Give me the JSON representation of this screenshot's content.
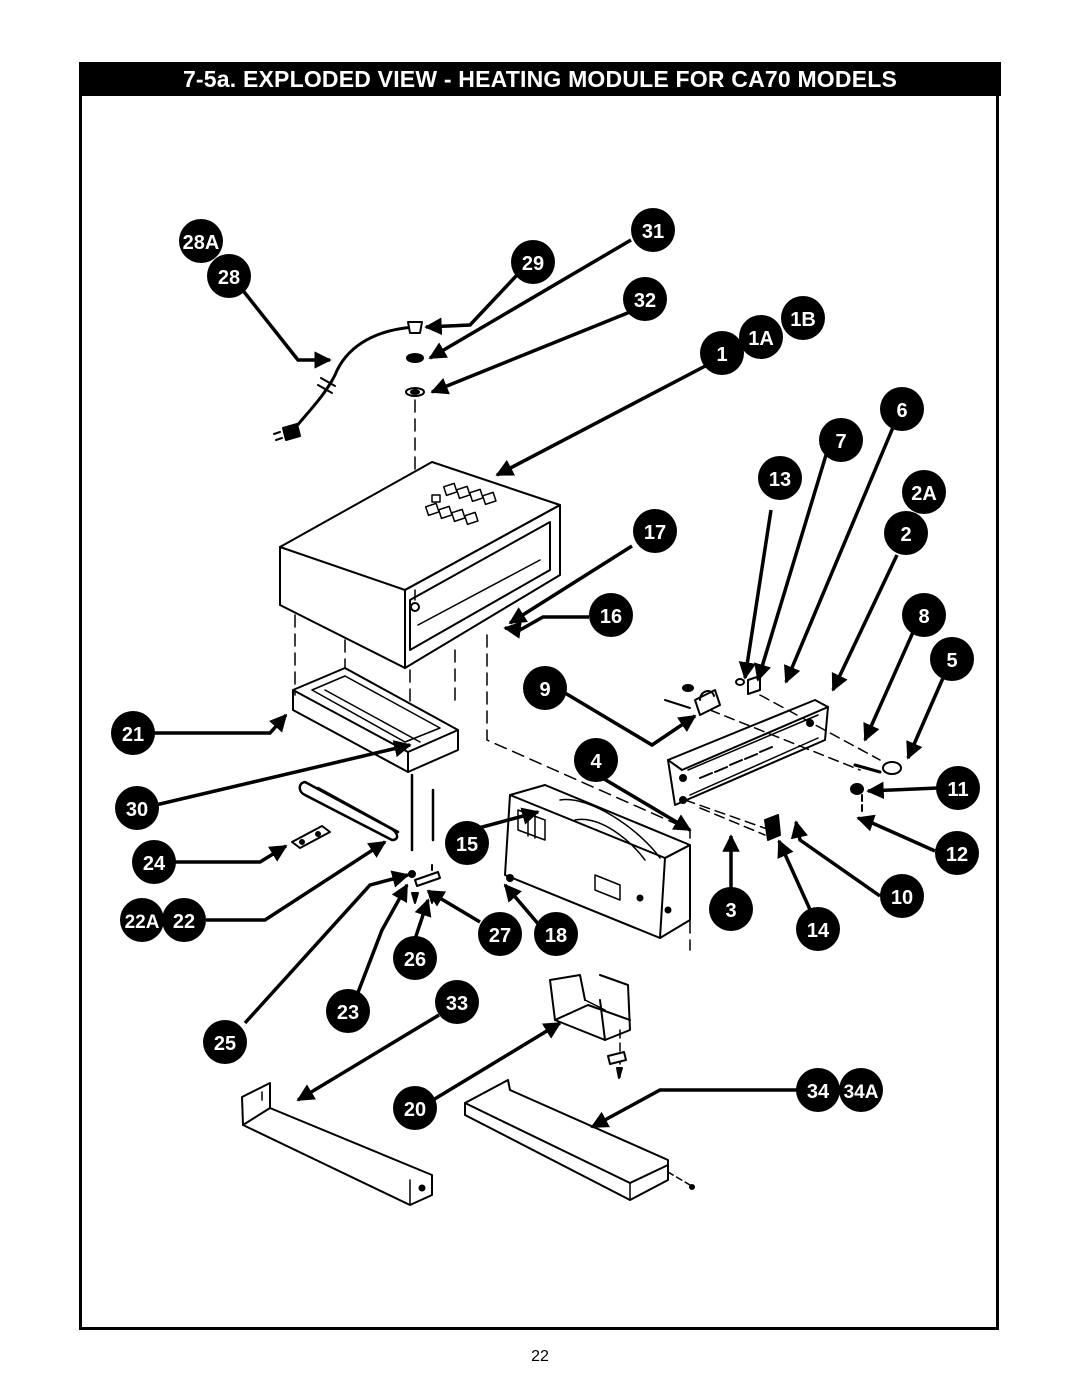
{
  "title": "7-5a. EXPLODED VIEW  -  HEATING MODULE FOR CA70 MODELS",
  "page_number": "22",
  "part_callouts": [
    {
      "id": "c28A",
      "label": "28A"
    },
    {
      "id": "c28",
      "label": "28"
    },
    {
      "id": "c29",
      "label": "29"
    },
    {
      "id": "c31",
      "label": "31"
    },
    {
      "id": "c32",
      "label": "32"
    },
    {
      "id": "c1",
      "label": "1"
    },
    {
      "id": "c1A",
      "label": "1A"
    },
    {
      "id": "c1B",
      "label": "1B"
    },
    {
      "id": "c6",
      "label": "6"
    },
    {
      "id": "c7",
      "label": "7"
    },
    {
      "id": "c13",
      "label": "13"
    },
    {
      "id": "c2A",
      "label": "2A"
    },
    {
      "id": "c17",
      "label": "17"
    },
    {
      "id": "c2",
      "label": "2"
    },
    {
      "id": "c16",
      "label": "16"
    },
    {
      "id": "c8",
      "label": "8"
    },
    {
      "id": "c5",
      "label": "5"
    },
    {
      "id": "c9",
      "label": "9"
    },
    {
      "id": "c21",
      "label": "21"
    },
    {
      "id": "c4",
      "label": "4"
    },
    {
      "id": "c11",
      "label": "11"
    },
    {
      "id": "c30",
      "label": "30"
    },
    {
      "id": "c15",
      "label": "15"
    },
    {
      "id": "c12",
      "label": "12"
    },
    {
      "id": "c24",
      "label": "24"
    },
    {
      "id": "c10",
      "label": "10"
    },
    {
      "id": "c22A",
      "label": "22A"
    },
    {
      "id": "c22",
      "label": "22"
    },
    {
      "id": "c3",
      "label": "3"
    },
    {
      "id": "c14",
      "label": "14"
    },
    {
      "id": "c27",
      "label": "27"
    },
    {
      "id": "c18",
      "label": "18"
    },
    {
      "id": "c26",
      "label": "26"
    },
    {
      "id": "c23",
      "label": "23"
    },
    {
      "id": "c33",
      "label": "33"
    },
    {
      "id": "c25",
      "label": "25"
    },
    {
      "id": "c34",
      "label": "34"
    },
    {
      "id": "c34A",
      "label": "34A"
    },
    {
      "id": "c20",
      "label": "20"
    }
  ],
  "colors": {
    "ink": "#000000",
    "paper": "#ffffff"
  }
}
